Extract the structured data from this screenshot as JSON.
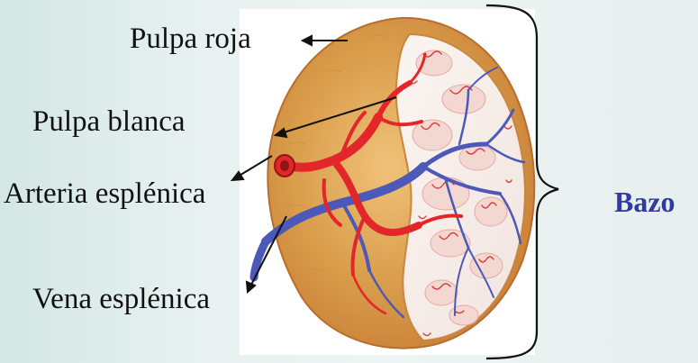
{
  "labels": {
    "red_pulp": "Pulpa roja",
    "white_pulp": "Pulpa blanca",
    "splenic_artery": "Arteria esplénica",
    "splenic_vein": "Vena esplénica"
  },
  "organ": {
    "name": "Bazo"
  },
  "colors": {
    "capsule": "#d99d4b",
    "cut_surface": "#f8eee9",
    "artery": "#e3262a",
    "vein": "#4c59b8",
    "organ_label": "#2f3aa3"
  }
}
